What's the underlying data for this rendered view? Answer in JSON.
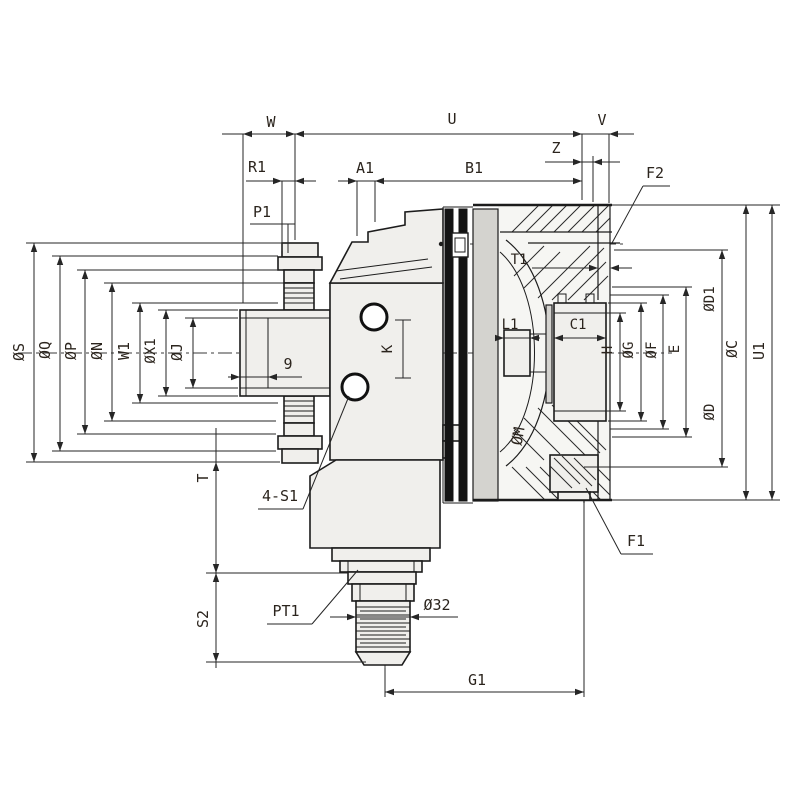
{
  "drawing": {
    "type": "engineering-cross-section",
    "labels": {
      "w": "W",
      "u": "U",
      "v": "V",
      "z": "Z",
      "r1": "R1",
      "a1": "A1",
      "b1": "B1",
      "p1": "P1",
      "f2": "F2",
      "t1": "T1",
      "phi_s": "ØS",
      "phi_q": "ØQ",
      "phi_p": "ØP",
      "phi_n": "ØN",
      "w1": "W1",
      "phi_x1": "ØX1",
      "phi_j": "ØJ",
      "nine": "9",
      "k": "K",
      "l1": "L1",
      "c1": "C1",
      "h": "H",
      "phi_g": "ØG",
      "phi_f": "ØF",
      "e": "E",
      "phi_d1": "ØD1",
      "phi_c": "ØC",
      "u1": "U1",
      "phi_d": "ØD",
      "phi_m": "ØM",
      "four_s1": "4-S1",
      "f1": "F1",
      "t": "T",
      "s2": "S2",
      "pt1": "PT1",
      "dia32": "Ø32",
      "g1": "G1"
    },
    "colors": {
      "line": "#1c1c1c",
      "label_text": "#2b241d",
      "part_fill": "#f0efec",
      "seal_fill": "#141414",
      "background": "#ffffff"
    }
  }
}
